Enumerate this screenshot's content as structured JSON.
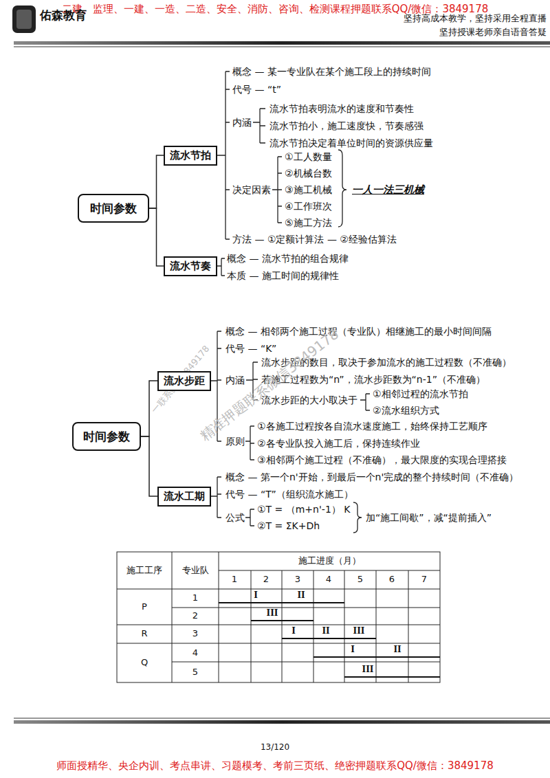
{
  "diagram": {
    "nodes": [
      {
        "text": [
          "时间参数"
        ]
      },
      {
        "text": [
          "流水节拍"
        ]
      },
      {
        "text": [
          "流水节奏"
        ]
      },
      {
        "text": [
          "时间参数"
        ]
      },
      {
        "text": [
          "流水步距"
        ]
      },
      {
        "text": [
          "流水工期"
        ]
      }
    ],
    "edges": [
      {
        "from": 0,
        "to": 1,
        "arrow": "none"
      },
      {
        "from": 0,
        "to": 2,
        "arrow": "none"
      },
      {
        "from": 3,
        "to": 4,
        "arrow": "none"
      },
      {
        "from": 3,
        "to": 5,
        "arrow": "none"
      }
    ],
    "labels": [
      "二建、监理、一建、一造、二造、安全、消防、咨询、检测课程押题联系QQ/微信：3849178",
      "佑森教育",
      "坚持高成本教学，坚持采用全程直播",
      "坚持授课老师亲自语音答疑",
      "概念 — 某一专业队在某个施工段上的持续时间",
      "代号 — “t”",
      "内涵",
      "流水节拍表明流水的速度和节奏性",
      "流水节拍小，施工速度快，节奏感强",
      "流水节拍决定着单位时间的资源供应量",
      "决定因素",
      "①工人数量",
      "②机械台数",
      "③施工机械",
      "④工作班次",
      "⑤施工方法",
      "一人一法三机械",
      "方法 — ①定额计算法 — ②经验估算法",
      "概念 — 流水节拍的组合规律",
      "本质 — 施工时间的规律性",
      "概念 — 相邻两个施工过程（专业队）相继施工的最小时间间隔",
      "代号 — “K”",
      "内涵",
      "流水步距的数目，取决于参加流水的施工过程数（不准确）",
      "若施工过程数为“n”，流水步距数为“n-1”（不准确）",
      "流水步距的大小取决于",
      "①相邻过程的流水节拍",
      "②流水组织方式",
      "原则",
      "①各施工过程按各自流水速度施工，始终保持工艺顺序",
      "②各专业队投入施工后，保持连续作业",
      "③相邻两个施工过程（不准确），最大限度的实现合理搭接",
      "概念 — 第一个n'开始，到最后一个n'完成的整个持续时间（不准确）",
      "代号 — “T”（组织流水施工）",
      "公式",
      "①T = （m+n'-1） K",
      "②T = ΣK+Dh",
      "加“施工间歇”，减“提前插入”",
      "施工工序",
      "专业队",
      "施工进度（月）",
      "1",
      "2",
      "3",
      "4",
      "5",
      "6",
      "7",
      "P",
      "1",
      "2",
      "R",
      "3",
      "Q",
      "4",
      "5",
      "I",
      "II",
      "III",
      "I",
      "II",
      "III",
      "I",
      "II",
      "III",
      "精准押题联系微信3849178",
      "一联系微信3849178",
      "13/120",
      "师面授精华、央企内训、考点串讲、习题模考、考前三页纸、绝密押题联系QQ/微信：3849178"
    ]
  }
}
